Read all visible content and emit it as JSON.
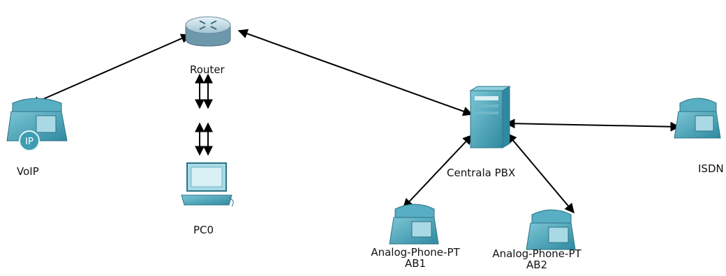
{
  "nodes": {
    "router": {
      "label": "Router",
      "icon": "router-icon"
    },
    "voip": {
      "label": "VoIP",
      "icon": "ip-phone-icon"
    },
    "pc0": {
      "label": "PC0",
      "icon": "pc-icon"
    },
    "pbx": {
      "label": "Centrala PBX",
      "icon": "pbx-server-icon"
    },
    "isdn": {
      "label": "ISDN",
      "icon": "phone-icon"
    },
    "ab1": {
      "label_line1": "Analog-Phone-PT",
      "label_line2": "AB1",
      "icon": "phone-icon"
    },
    "ab2": {
      "label_line1": "Analog-Phone-PT",
      "label_line2": "AB2",
      "icon": "phone-icon"
    }
  },
  "connections": [
    {
      "from": "router",
      "to": "voip",
      "style": "double-arrow"
    },
    {
      "from": "router",
      "to": "pbx",
      "style": "double-arrow"
    },
    {
      "from": "router",
      "to": "pc0",
      "style": "double-arrow-pair-broken"
    },
    {
      "from": "pbx",
      "to": "isdn",
      "style": "double-arrow"
    },
    {
      "from": "pbx",
      "to": "ab1",
      "style": "double-arrow"
    },
    {
      "from": "pbx",
      "to": "ab2",
      "style": "double-arrow"
    }
  ],
  "colors": {
    "device": "#3f9db1",
    "device_light": "#a9d9e4",
    "line": "#000000"
  }
}
